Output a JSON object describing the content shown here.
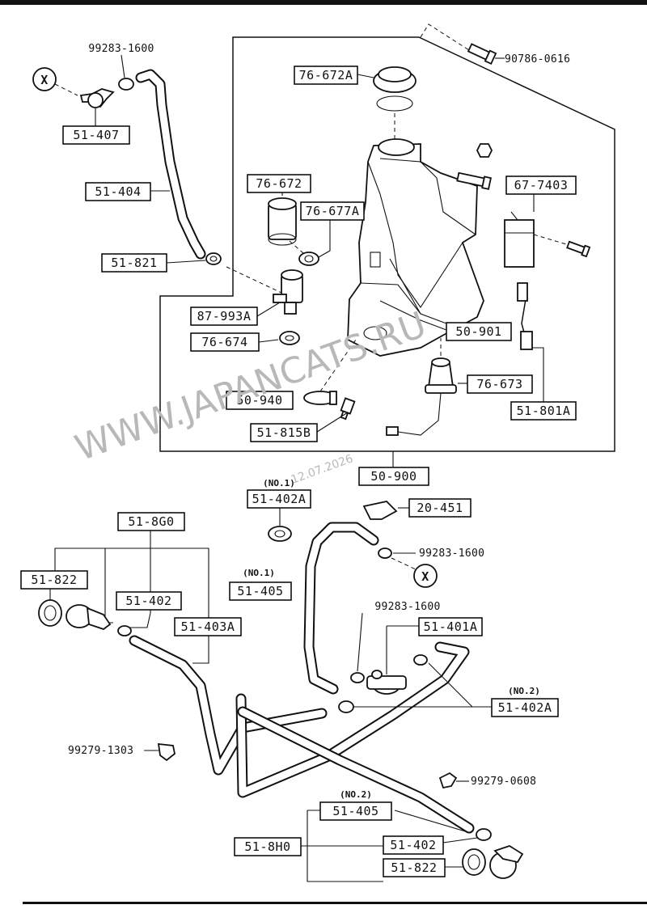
{
  "labels": {
    "l_99283_1600_top": "99283-1600",
    "l_90786_0616": "90786-0616",
    "l_76_672A": "76-672A",
    "l_51_407": "51-407",
    "l_51_404": "51-404",
    "l_76_672": "76-672",
    "l_76_677A": "76-677A",
    "l_67_7403": "67-7403",
    "l_51_821": "51-821",
    "l_87_993A": "87-993A",
    "l_76_674": "76-674",
    "l_50_901": "50-901",
    "l_76_673": "76-673",
    "l_50_940": "50-940",
    "l_51_801A": "51-801A",
    "l_51_815B": "51-815B",
    "l_50_900": "50-900",
    "l_no1_top": "(NO.1)",
    "l_51_402A_top": "51-402A",
    "l_20_451": "20-451",
    "l_51_8G0": "51-8G0",
    "l_99283_1600_mid": "99283-1600",
    "l_51_822_top": "51-822",
    "l_no1_mid": "(NO.1)",
    "l_51_405_top": "51-405",
    "l_51_402_left": "51-402",
    "l_99283_1600_low": "99283-1600",
    "l_51_401A": "51-401A",
    "l_51_403A": "51-403A",
    "l_no2_right": "(NO.2)",
    "l_51_402A_right": "51-402A",
    "l_99279_1303": "99279-1303",
    "l_99279_0608": "99279-0608",
    "l_no2_bottom": "(NO.2)",
    "l_51_405_bottom": "51-405",
    "l_51_8H0": "51-8H0",
    "l_51_402_bottom": "51-402",
    "l_51_822_bottom": "51-822",
    "x_mark": "X"
  },
  "watermark": {
    "site": "WWW.JAPANCATS.RU",
    "date": "12.07.2026"
  }
}
